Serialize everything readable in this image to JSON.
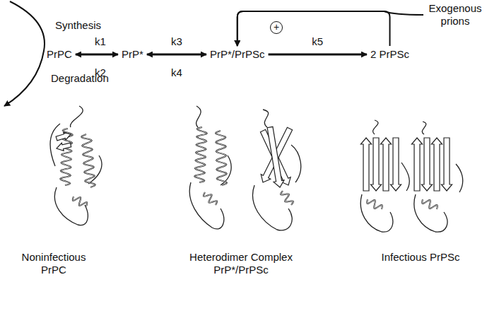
{
  "diagram": {
    "nodes": [
      {
        "text": [
          "PrPC"
        ]
      },
      {
        "text": [
          "PrP*"
        ]
      },
      {
        "text": [
          "PrP*/PrPSc"
        ]
      },
      {
        "text": [
          "2 PrPSc"
        ]
      },
      {
        "text": [
          "Exogenous prions"
        ]
      }
    ],
    "edges": [
      {
        "from": 0,
        "to": 1,
        "arrow": "both"
      },
      {
        "from": 1,
        "to": 2,
        "arrow": "both"
      },
      {
        "from": 2,
        "to": 3,
        "label": "k5",
        "arrow": "to"
      },
      {
        "from": 3,
        "to": 2,
        "arrow": "to"
      },
      {
        "from": 4,
        "to": 2,
        "arrow": "to"
      }
    ],
    "labels": [
      "Synthesis",
      "Degradation",
      "k1",
      "k2",
      "k3",
      "k4",
      "+",
      "Noninfectious PrPC",
      "Heterodimer Complex PrP*/PrPSc",
      "Infectious PrPSc"
    ]
  }
}
